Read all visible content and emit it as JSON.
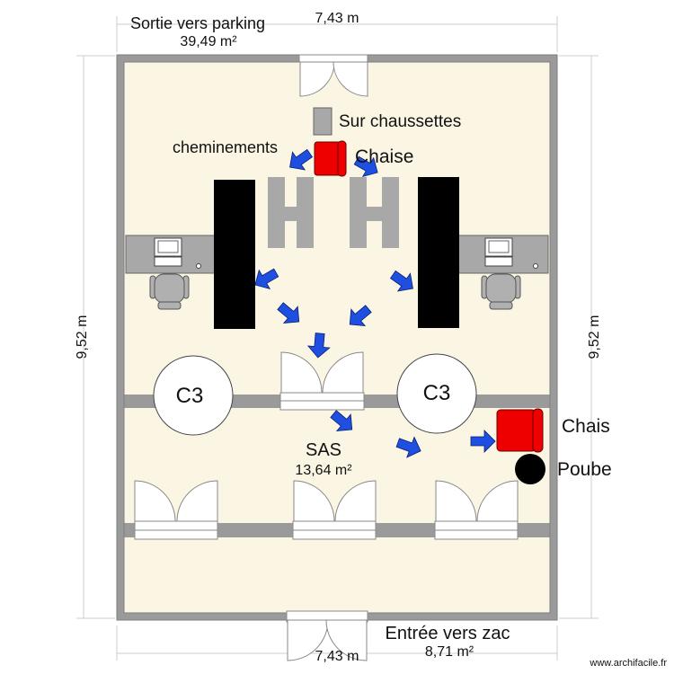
{
  "plan": {
    "dimensions": {
      "top_width": "7,43 m",
      "bottom_width": "7,43 m",
      "left_height": "9,52 m",
      "right_height": "9,52 m"
    },
    "rooms": {
      "main": {
        "name": "Sortie vers parking",
        "area": "39,49 m²"
      },
      "sas": {
        "name": "SAS",
        "area": "13,64 m²"
      },
      "entrance": {
        "name": "Entrée vers zac",
        "area": "8,71 m²"
      }
    },
    "labels": {
      "sur_chaussettes": "Sur chaussettes",
      "cheminements": "cheminements",
      "chaise_top": "Chaise",
      "c3_left": "C3",
      "c3_right": "C3",
      "chaise_right": "Chais",
      "poubelle": "Poube"
    },
    "watermark": "www.archifacile.fr",
    "colors": {
      "wall": "#9a9a9a",
      "floor": "#fbf6e4",
      "arrow": "#1f4fe0",
      "chair_red": "#ee0000",
      "dark": "#000000",
      "furniture_gray": "#a8a8a8"
    }
  }
}
